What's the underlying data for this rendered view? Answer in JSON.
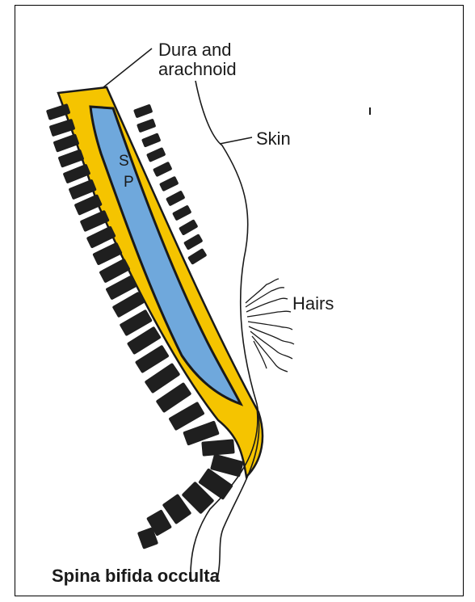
{
  "diagram": {
    "caption": "Spina bifida occulta",
    "labels": {
      "dura_line1": "Dura and",
      "dura_line2": "arachnoid",
      "skin": "Skin",
      "hairs": "Hairs",
      "spinal_cord_s": "S",
      "spinal_cord_p": "P"
    },
    "colors": {
      "dura": "#f5c400",
      "cord": "#6fa8dc",
      "bone": "#1f1f1f",
      "line": "#1a1a1a"
    }
  }
}
